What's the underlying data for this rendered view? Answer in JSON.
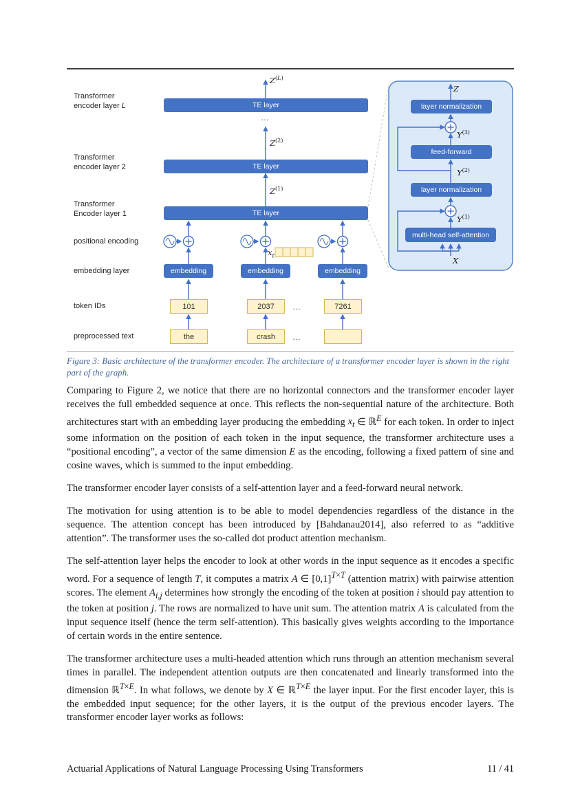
{
  "figure": {
    "labels": {
      "layer_L": "Transformer<br>encoder layer <i>L</i>",
      "layer_2": "Transformer<br>encoder layer 2",
      "layer_1": "Transformer<br>Encoder layer 1",
      "positional_encoding": "positional encoding",
      "embedding_layer": "embedding layer",
      "token_ids": "token IDs",
      "preprocessed_text": "preprocessed text"
    },
    "te_layer": "TE layer",
    "embedding": "embedding",
    "dots": "…",
    "math": {
      "z_L": "<i>Z</i><sup>(<i>L</i>)</sup>",
      "z_2": "<i>Z</i><sup>(2)</sup>",
      "z_1": "<i>Z</i><sup>(1)</sup>",
      "x_t": "<i>x</i><sub><i>t</i></sub>"
    },
    "token_id_values": [
      "101",
      "2037",
      "7261"
    ],
    "token_texts": [
      "the",
      "crash",
      ""
    ],
    "detail": {
      "z": "<i>Z</i>",
      "x": "<i>X</i>",
      "layer_norm": "layer normalization",
      "feed_forward": "feed-forward",
      "multi_head": "multi-head self-attention",
      "y_3": "<i>Y</i><sup>(3)</sup>",
      "y_2": "<i>Y</i><sup>(2)</sup>",
      "y_1": "<i>Y</i><sup>(1)</sup>"
    }
  },
  "caption": "Figure 3: Basic architecture of the transformer encoder. The architecture of a transformer encoder layer is shown in the right part of the graph.",
  "paragraphs": [
    "Comparing to Figure 2, we notice that there are no horizontal connectors and the transformer encoder layer receives the full embedded sequence at once. This reflects the non-sequential nature of the architecture. Both architectures start with an embedding layer producing the embedding <i>x<sub>t</sub></i> ∈ ℝ<sup><i>E</i></sup> for each token. In order to inject some information on the position of each token in the input sequence, the transformer architecture uses a “positional encoding”, a vector of the same dimension <i>E</i> as the encoding, following a fixed pattern of sine and cosine waves, which is summed to the input embedding.",
    "The transformer encoder layer consists of a self-attention layer and a feed-forward neural network.",
    "The motivation for using attention is to be able to model dependencies regardless of the distance in the sequence. The attention concept has been introduced by [Bahdanau2014], also referred to as “additive attention”. The transformer uses the so-called dot product attention mechanism.",
    "The self-attention layer helps the encoder to look at other words in the input sequence as it encodes a specific word. For a sequence of length <i>T</i>, it computes a matrix <i>A</i> ∈ [0,1]<sup><i>T</i>×<i>T</i></sup> (attention matrix) with pairwise attention scores. The element <i>A<sub>i,j</sub></i> determines how strongly the encoding of the token at position <i>i</i> should pay attention to the token at position <i>j</i>. The rows are normalized to have unit sum. The attention matrix <i>A</i> is calculated from the input sequence itself (hence the term self-attention). This basically gives weights according to the importance of certain words in the entire sentence.",
    "The transformer architecture uses a multi-headed attention which runs through an attention mechanism several times in parallel. The independent attention outputs are then concatenated and linearly transformed into the dimension ℝ<sup><i>T</i>×<i>E</i></sup>. In what follows, we denote by <i>X</i> ∈ ℝ<sup><i>T</i>×<i>E</i></sup> the layer input. For the first encoder layer, this is the embedded input sequence; for the other layers, it is the output of the previous encoder layers. The transformer encoder layer works as follows:"
  ],
  "footer": {
    "left": "Actuarial Applications of Natural Language Processing Using Transformers",
    "right": "11 / 41"
  },
  "colors": {
    "accent_blue": "#4472C4",
    "panel_fill": "#DCE9F8",
    "panel_border": "#5585C8",
    "box_yellow": "#FFF2CC",
    "yellow_border": "#D6B656",
    "caption_color": "#44679C"
  }
}
